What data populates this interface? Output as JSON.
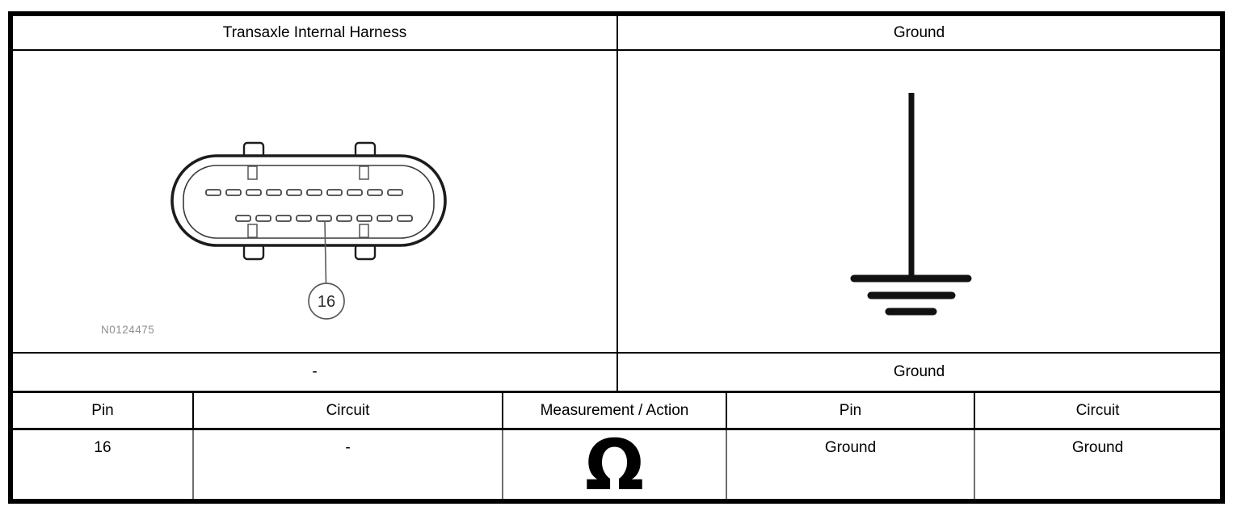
{
  "panels": {
    "left_title": "Transaxle Internal Harness",
    "right_title": "Ground"
  },
  "diagram": {
    "figure_id": "N0124475",
    "pin_callout": "16",
    "connector_pins_top_row": 10,
    "connector_pins_bottom_row": 9
  },
  "sublabels": {
    "left": "-",
    "right": "Ground"
  },
  "measurement_table": {
    "columns": [
      "Pin",
      "Circuit",
      "Measurement / Action",
      "Pin",
      "Circuit"
    ],
    "row": {
      "pin_a": "16",
      "circuit_a": "-",
      "measurement_symbol": "Ω",
      "pin_b": "Ground",
      "circuit_b": "Ground"
    }
  },
  "icons": {
    "ground_symbol": "earth-ground-schematic-symbol",
    "connector": "19-pin-transaxle-connector-face"
  },
  "colors": {
    "border": "#000000",
    "data_divider": "#6e6e6e",
    "figure_label": "#8f8f8f",
    "diagram_stroke": "#1c1c1c"
  }
}
